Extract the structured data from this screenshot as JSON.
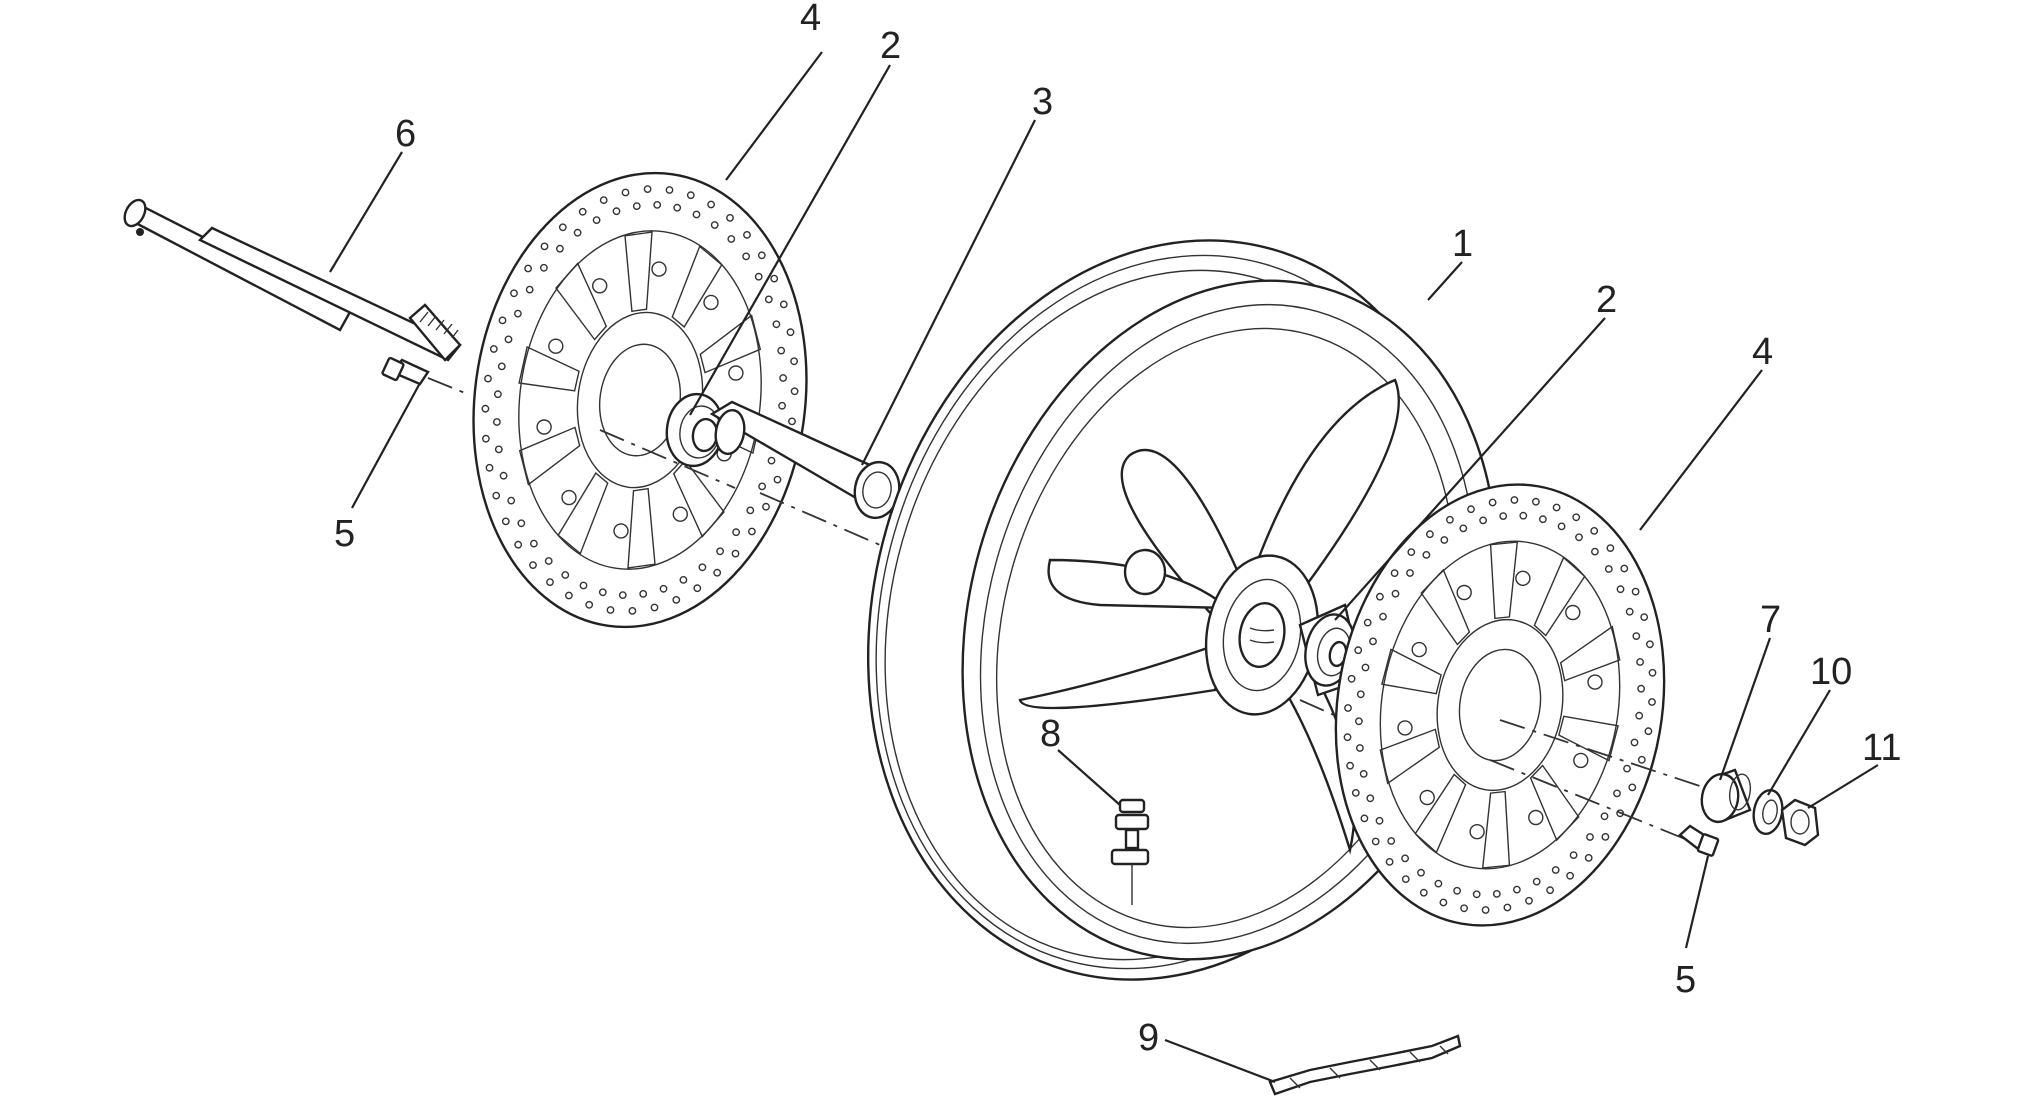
{
  "callouts": [
    {
      "id": "c4a",
      "text": "4"
    },
    {
      "id": "c2a",
      "text": "2"
    },
    {
      "id": "c3",
      "text": "3"
    },
    {
      "id": "c6",
      "text": "6"
    },
    {
      "id": "c5a",
      "text": "5"
    },
    {
      "id": "c1",
      "text": "1"
    },
    {
      "id": "c2b",
      "text": "2"
    },
    {
      "id": "c4b",
      "text": "4"
    },
    {
      "id": "c7",
      "text": "7"
    },
    {
      "id": "c10",
      "text": "10"
    },
    {
      "id": "c11",
      "text": "11"
    },
    {
      "id": "c8",
      "text": "8"
    },
    {
      "id": "c5b",
      "text": "5"
    },
    {
      "id": "c9",
      "text": "9"
    }
  ]
}
